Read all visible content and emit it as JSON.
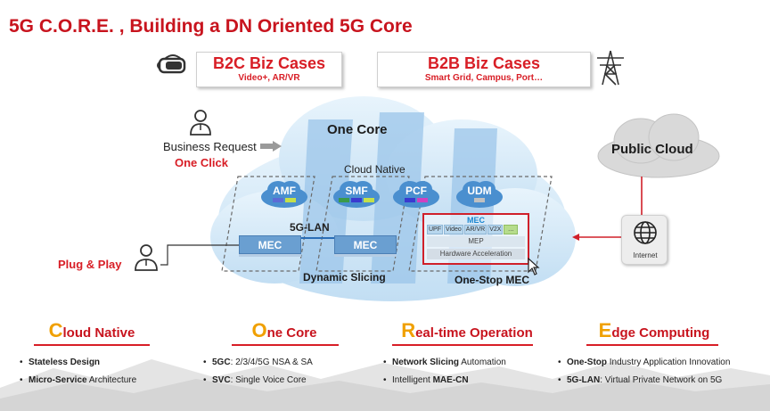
{
  "title": "5G C.O.R.E. , Building a DN Oriented 5G Core",
  "b2c": {
    "title": "B2C Biz Cases",
    "subtitle": "Video+, AR/VR"
  },
  "b2b": {
    "title": "B2B Biz Cases",
    "subtitle": "Smart Grid, Campus, Port…"
  },
  "left": {
    "business_request": "Business Request",
    "one_click": "One Click",
    "plug_play": "Plug & Play"
  },
  "core": {
    "one_core": "One Core",
    "cloud_native": "Cloud Native",
    "functions": [
      {
        "name": "AMF"
      },
      {
        "name": "SMF"
      },
      {
        "name": "PCF"
      },
      {
        "name": "UDM"
      }
    ],
    "lan": "5G-LAN",
    "mec_label": "MEC",
    "dynamic_slicing": "Dynamic Slicing",
    "one_stop_mec": "One-Stop MEC"
  },
  "mec_panel": {
    "title": "MEC",
    "apps": [
      "UPF",
      "Video",
      "AR/VR",
      "V2X",
      "…"
    ],
    "mep": "MEP",
    "hw": "Hardware Acceleration"
  },
  "public_cloud": {
    "label": "Public Cloud",
    "internet": "Internet"
  },
  "features": [
    {
      "initial": "C",
      "rest": "loud Native",
      "bullets": [
        {
          "bold": "Stateless Design",
          "text": ""
        },
        {
          "bold": "Micro-Service",
          "text": " Architecture"
        }
      ]
    },
    {
      "initial": "O",
      "rest": "ne Core",
      "bullets": [
        {
          "bold": "5GC",
          "text": ": 2/3/4/5G NSA & SA"
        },
        {
          "bold": "SVC",
          "text": ": Single Voice Core"
        }
      ]
    },
    {
      "initial": "R",
      "rest": "eal-time Operation",
      "bullets": [
        {
          "bold": "Network Slicing",
          "text": " Automation"
        },
        {
          "bold": "",
          "text": "Intelligent ",
          "bold2": "MAE-CN"
        }
      ]
    },
    {
      "initial": "E",
      "rest": "dge Computing",
      "bullets": [
        {
          "bold": "One-Stop",
          "text": " Industry Application Innovation"
        },
        {
          "bold": "5G-LAN",
          "text": ": Virtual Private Network on 5G"
        }
      ]
    }
  ],
  "colors": {
    "accent_red": "#d81e26",
    "title_red": "#c8141e",
    "initial_orange": "#f0a000",
    "cloud_blue": "#cfe6f6",
    "mec_blue": "#6a9fd1"
  }
}
